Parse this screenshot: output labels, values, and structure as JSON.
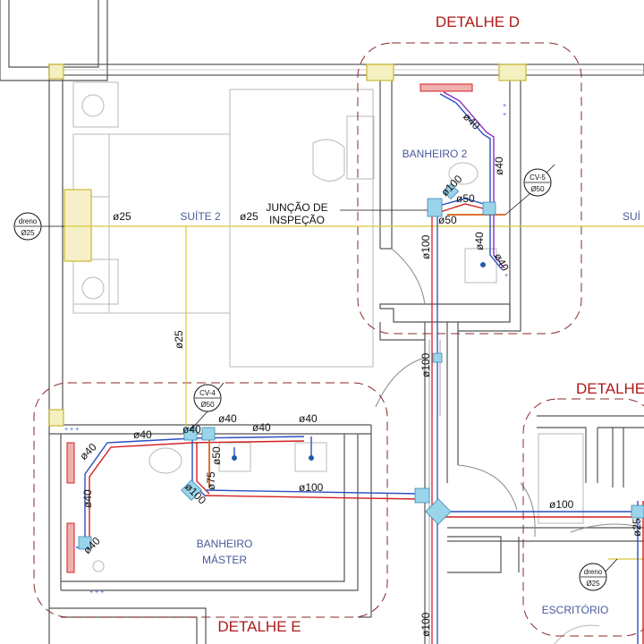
{
  "details": {
    "d": "DETALHE D",
    "e": "DETALHE E",
    "right": "DETALHE"
  },
  "rooms": {
    "suite2": "SUÍTE 2",
    "suite_right": "SUÍ",
    "banheiro2": "BANHEIRO 2",
    "banheiro_master_1": "BANHEIRO",
    "banheiro_master_2": "MÁSTER",
    "escritorio": "ESCRITÓRIO"
  },
  "tags": {
    "dreno_left": {
      "line1": "dreno",
      "line2": "Ø25"
    },
    "dreno_right": {
      "line1": "dreno",
      "line2": "Ø25"
    },
    "cv5": {
      "line1": "CV-5",
      "line2": "Ø50"
    },
    "cv4": {
      "line1": "CV-4",
      "line2": "Ø50"
    }
  },
  "annotations": {
    "juncao_1": "JUNÇÃO DE",
    "juncao_2": "INSPEÇÃO"
  },
  "pipe_labels": {
    "d25_a": "ø25",
    "d25_b": "ø25",
    "d25_v": "ø25",
    "d40_b2_top": "ø40",
    "d40_b2_right": "ø40",
    "d100_b2": "ø100",
    "d50_b2_a": "ø50",
    "d50_b2_b": "ø50",
    "d40_b2_sink_a": "ø40",
    "d40_b2_sink_b": "ø40",
    "d100_vert_a": "ø100",
    "d100_vert_b": "ø100",
    "d100_vert_c": "ø100",
    "d40_m_a": "ø40",
    "d40_m_b": "ø40",
    "d40_m_c": "ø40",
    "d40_m_d": "ø40",
    "d40_m_e": "ø40",
    "d40_m_f": "ø40",
    "d40_m_g": "ø40",
    "d40_m_h": "ø40",
    "d50_m": "ø50",
    "d75_m": "ø75",
    "d100_m_a": "ø100",
    "d100_m_b": "ø100",
    "d100_right": "ø100",
    "d25_right": "ø25"
  },
  "colors": {
    "wall": "#555555",
    "pipe_red": "#d32020",
    "pipe_blue": "#2a4fc0",
    "pipe_purple": "#8a2fc0",
    "pipe_cyan": "#5ab8d8",
    "guide_yellow": "#d8c838",
    "detail_border": "#8a2a2a",
    "door": "#888888"
  }
}
